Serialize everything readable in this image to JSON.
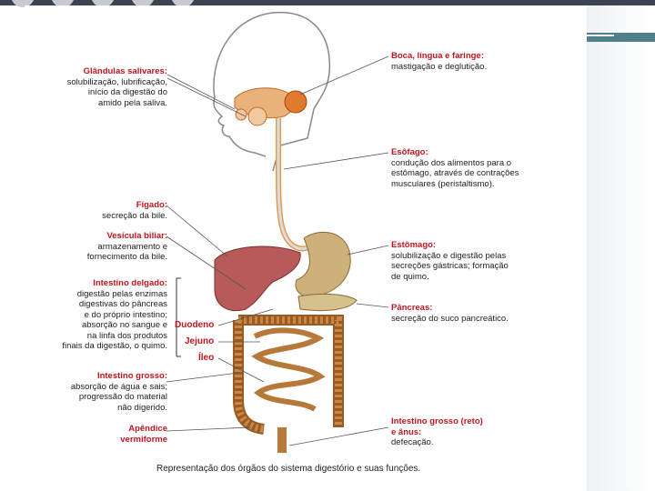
{
  "labels": {
    "glandulas": {
      "title": "Glândulas salivares:",
      "desc": "solubilização, lubrificação,\ninício da digestão do\namido pela saliva."
    },
    "boca": {
      "title": "Boca, língua e faringe:",
      "desc": "mastigação e deglutição."
    },
    "esofago": {
      "title": "Esôfago:",
      "desc": "condução dos alimentos para o\nestômago, através de contrações\nmusculares (peristaltismo)."
    },
    "figado": {
      "title": "Fígado:",
      "desc": "secreção da bile."
    },
    "vesicula": {
      "title": "Vesícula biliar:",
      "desc": "armazenamento e\nfornecimento da bile."
    },
    "estomago": {
      "title": "Estômago:",
      "desc": "solubilização e digestão pelas\nsecreções gástricas; formação\nde quimo."
    },
    "intestino_delgado": {
      "title": "Intestino delgado:",
      "desc": "digestão pelas enzimas\ndigestivas do pâncreas\ne do próprio intestino;\nabsorção no sangue e\nna linfa dos produtos\nfinais da digestão, o quimo."
    },
    "pancreas": {
      "title": "Pâncreas:",
      "desc": "secreção do suco pancreático."
    },
    "duodeno": "Duodeno",
    "jejuno": "Jejuno",
    "ileo": "Íleo",
    "intestino_grosso": {
      "title": "Intestino grosso:",
      "desc": "absorção de água e sais;\nprogressão do material\nnão digerido."
    },
    "apendice": {
      "title": "Apêndice\nvermiforme",
      "desc": ""
    },
    "reto": {
      "title": "Intestino grosso (reto)\ne ânus:",
      "desc": "defecação."
    }
  },
  "caption": "Representação dos órgãos do sistema digestório e suas funções.",
  "colors": {
    "accent": "#4f7f8a",
    "label_title": "#c0161f",
    "liver": "#b85a5a",
    "intestine": "#b7793a",
    "stomach": "#cdb07a",
    "mouth": "#e39a4c"
  }
}
